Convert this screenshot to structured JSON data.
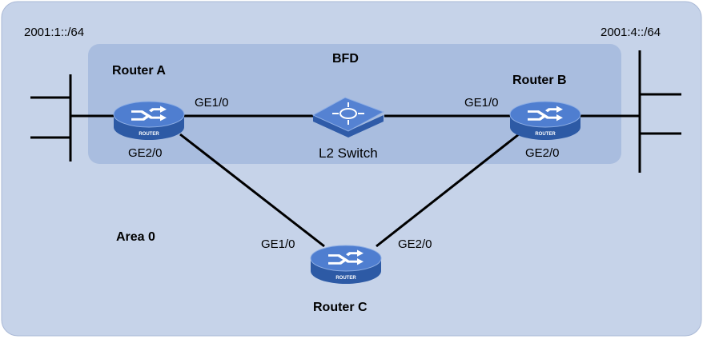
{
  "colors": {
    "area_background": "#c6d3e9",
    "bfd_region": "#a9bddf",
    "router_top": "#4f7ed0",
    "router_side": "#2d5aa5",
    "switch_top": "#5582d2",
    "switch_side": "#2f5ba8",
    "link": "#000000"
  },
  "area": {
    "label": "Area 0"
  },
  "bfd": {
    "label": "BFD"
  },
  "networks": {
    "left": "2001:1::/64",
    "right": "2001:4::/64"
  },
  "devices": {
    "router_a": {
      "name": "Router A",
      "badge": "ROUTER",
      "icon": "router-icon"
    },
    "router_b": {
      "name": "Router B",
      "badge": "ROUTER",
      "icon": "router-icon"
    },
    "router_c": {
      "name": "Router C",
      "badge": "ROUTER",
      "icon": "router-icon"
    },
    "l2_switch": {
      "name": "L2 Switch",
      "icon": "switch-icon"
    }
  },
  "interfaces": {
    "router_a_ge1": "GE1/0",
    "router_a_ge2": "GE2/0",
    "router_b_ge1": "GE1/0",
    "router_b_ge2": "GE2/0",
    "router_c_ge1": "GE1/0",
    "router_c_ge2": "GE2/0"
  }
}
